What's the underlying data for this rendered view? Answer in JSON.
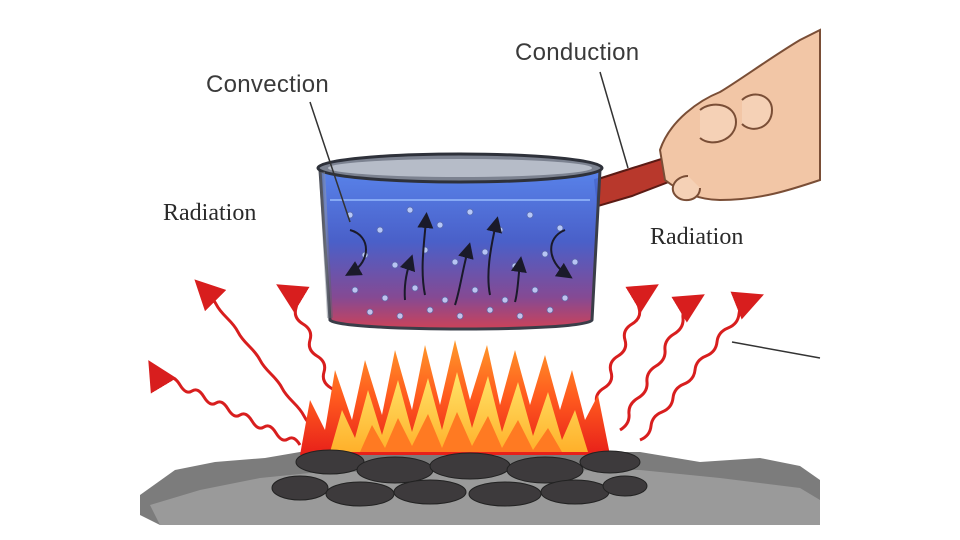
{
  "labels": {
    "conduction": "Conduction",
    "convection": "Convection",
    "radiation_left": "Radiation",
    "radiation_right": "Radiation"
  },
  "colors": {
    "water_top": "#3d5fd6",
    "water_bottom": "#c8324a",
    "flame_outer": "#ff4a1a",
    "flame_inner": "#ffd23a",
    "radiation_wave": "#d81e1e",
    "coal": "#3d3a3c",
    "hand": "#f2c6a6",
    "handle": "#b8382c"
  }
}
